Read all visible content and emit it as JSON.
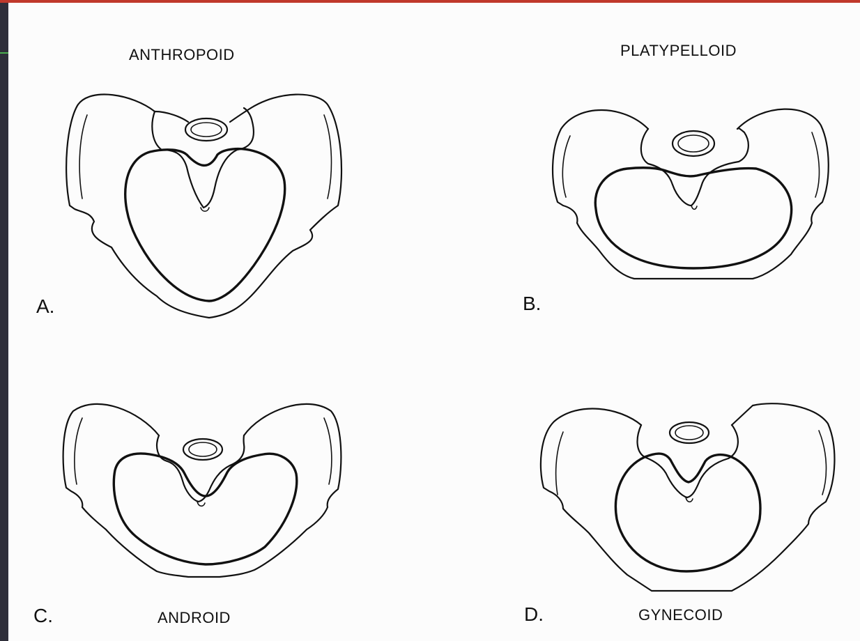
{
  "panels": {
    "a": {
      "type_label": "ANTHROPOID",
      "letter": "A."
    },
    "b": {
      "type_label": "PLATYPELLOID",
      "letter": "B."
    },
    "c": {
      "type_label": "ANDROID",
      "letter": "C."
    },
    "d": {
      "type_label": "GYNECOID",
      "letter": "D."
    }
  }
}
